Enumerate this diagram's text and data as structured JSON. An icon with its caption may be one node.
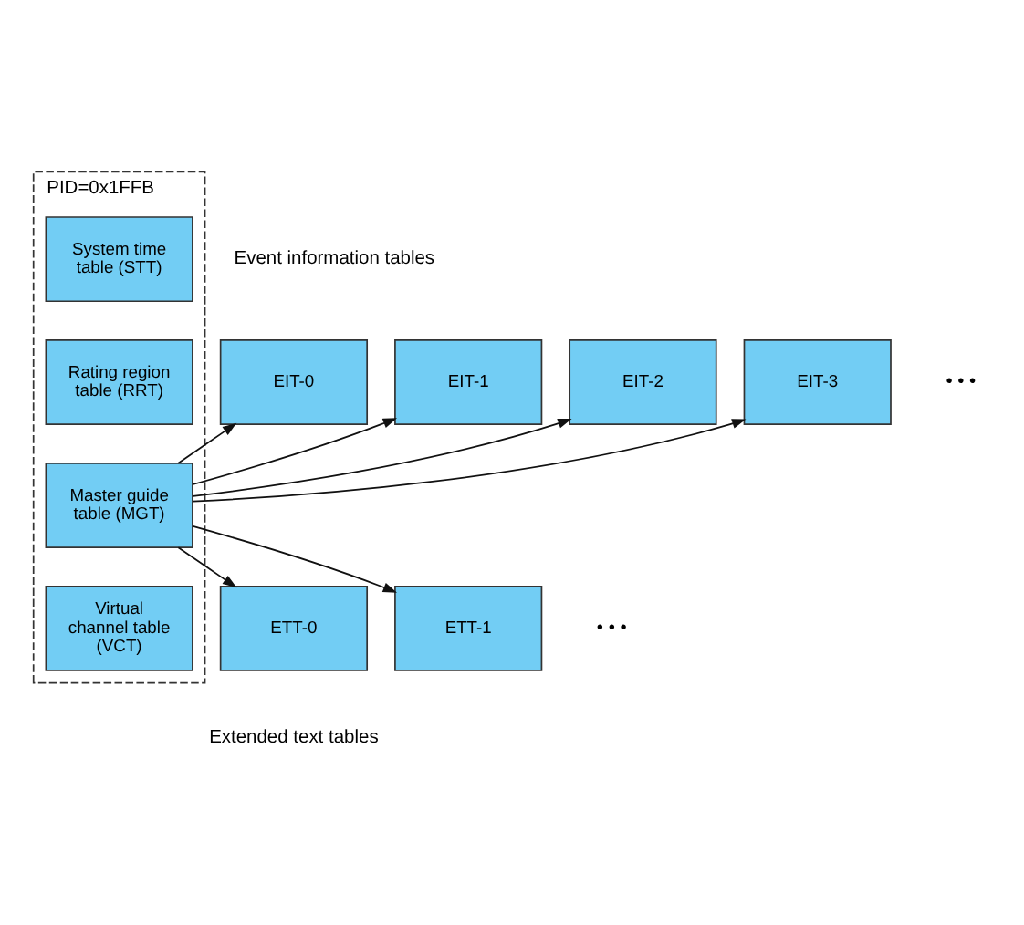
{
  "diagram": {
    "nodes": [
      {
        "text": [
          "PID=0x1FFB"
        ]
      },
      {
        "text": [
          "System time table (STT)"
        ],
        "in": 0
      },
      {
        "text": [
          "Rating region table (RRT)"
        ],
        "in": 0
      },
      {
        "text": [
          "Master guide table (MGT)"
        ],
        "in": 0
      },
      {
        "text": [
          "Virtual channel table (VCT)"
        ],
        "in": 0
      },
      {
        "text": [
          "EIT-0"
        ]
      },
      {
        "text": [
          "EIT-1"
        ]
      },
      {
        "text": [
          "EIT-2"
        ]
      },
      {
        "text": [
          "EIT-3"
        ]
      },
      {
        "text": [
          "ETT-0"
        ]
      },
      {
        "text": [
          "ETT-1"
        ]
      }
    ],
    "edges": [
      {
        "from": 3,
        "to": 5,
        "arrow": "to"
      },
      {
        "from": 3,
        "to": 6,
        "arrow": "to"
      },
      {
        "from": 3,
        "to": 7,
        "arrow": "to"
      },
      {
        "from": 3,
        "to": 8,
        "arrow": "to"
      },
      {
        "from": 3,
        "to": 9,
        "arrow": "to"
      },
      {
        "from": 3,
        "to": 10,
        "arrow": "to"
      }
    ],
    "labels": [
      "Event information tables",
      "• • •",
      "• • •",
      "Extended text tables"
    ]
  }
}
